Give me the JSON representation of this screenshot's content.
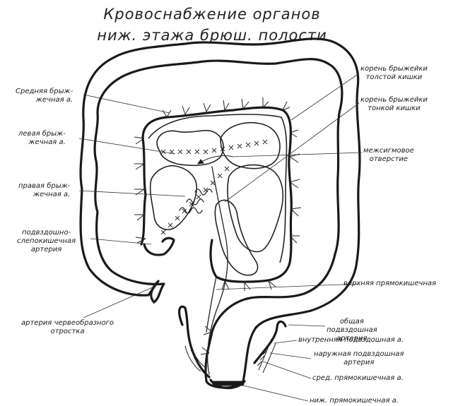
{
  "title": {
    "line1": "Кровоснабжение органов",
    "line2": "ниж. этажа брюш. полости"
  },
  "labels": {
    "middle_colic": [
      "Средняя брыж-",
      "жечная а."
    ],
    "left_colic": [
      "левая брыж-",
      "жечная а."
    ],
    "right_colic": [
      "правая брыж-",
      "жечная а."
    ],
    "ileocolic": [
      "подвздошно-",
      "слепокишечная",
      "артерия"
    ],
    "appendicular": [
      "артерия червеобразного",
      "отростка"
    ],
    "colon_mesentery_root": [
      "корень брыжейки",
      "толстой кишки"
    ],
    "small_intestine_mesentery_root": [
      "корень брыжейки",
      "тонкой кишки"
    ],
    "intersigmoid": [
      "межсигмовое",
      "отверстие"
    ],
    "superior_rectal": [
      "верхняя прямокишечная"
    ],
    "common_iliac": [
      "общая",
      "подвздошная",
      "артерия"
    ],
    "internal_iliac": [
      "внутренняя подвздошная а."
    ],
    "external_iliac": [
      "наружная подвздошная",
      "артерия"
    ],
    "middle_rectal": [
      "сред. прямокишечная а."
    ],
    "inferior_rectal": [
      "ниж. прямокишечная а."
    ]
  }
}
